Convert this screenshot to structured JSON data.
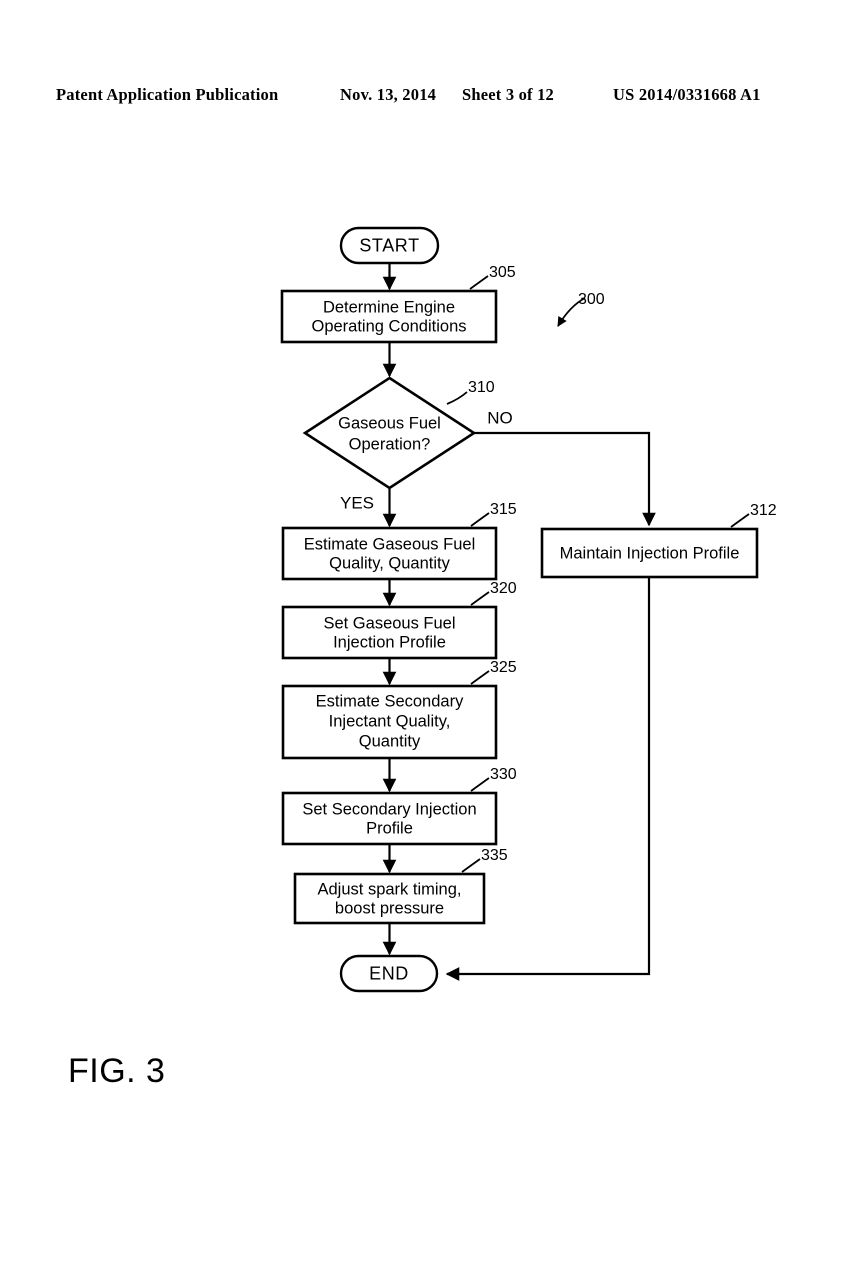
{
  "header": {
    "publication": "Patent Application Publication",
    "date": "Nov. 13, 2014",
    "sheet": "Sheet 3 of 12",
    "document_number": "US 2014/0331668 A1"
  },
  "figure": {
    "caption": "FIG. 3",
    "diagram_reference": "300",
    "nodes": {
      "start": {
        "label": "START"
      },
      "end": {
        "label": "END"
      },
      "n305": {
        "ref": "305",
        "line1": "Determine Engine",
        "line2": "Operating Conditions"
      },
      "n310": {
        "ref": "310",
        "line1": "Gaseous Fuel",
        "line2": "Operation?"
      },
      "n312": {
        "ref": "312",
        "line1": "Maintain Injection Profile"
      },
      "n315": {
        "ref": "315",
        "line1": "Estimate Gaseous Fuel",
        "line2": "Quality, Quantity"
      },
      "n320": {
        "ref": "320",
        "line1": "Set Gaseous Fuel",
        "line2": "Injection Profile"
      },
      "n325": {
        "ref": "325",
        "line1": "Estimate Secondary",
        "line2": "Injectant Quality,",
        "line3": "Quantity"
      },
      "n330": {
        "ref": "330",
        "line1": "Set Secondary Injection",
        "line2": "Profile"
      },
      "n335": {
        "ref": "335",
        "line1": "Adjust spark timing,",
        "line2": "boost pressure"
      }
    },
    "branches": {
      "yes": "YES",
      "no": "NO"
    },
    "colors": {
      "ink": "#000000",
      "paper": "#ffffff"
    }
  }
}
